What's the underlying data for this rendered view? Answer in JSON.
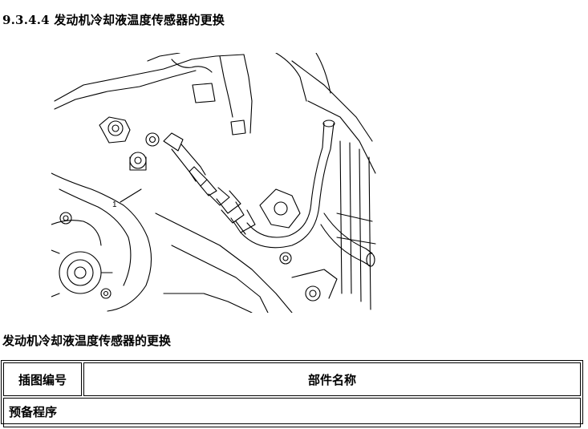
{
  "heading": "9.3.4.4 发动机冷却液温度传感器的更换",
  "figure": {
    "callout": "1"
  },
  "caption": "发动机冷却液温度传感器的更换",
  "table": {
    "headers": [
      "插图编号",
      "部件名称"
    ],
    "section": "预备程序"
  }
}
